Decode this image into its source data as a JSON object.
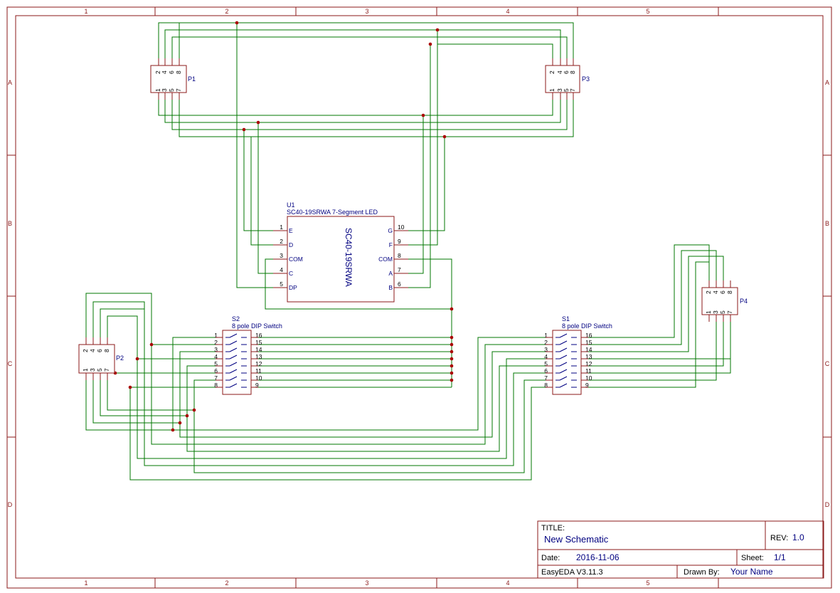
{
  "border": {
    "columns": [
      "1",
      "2",
      "3",
      "4",
      "5"
    ],
    "rows": [
      "A",
      "B",
      "C",
      "D"
    ]
  },
  "components": {
    "p1": {
      "ref": "P1",
      "top_pins": [
        "2",
        "4",
        "6",
        "8"
      ],
      "bottom_pins": [
        "1",
        "3",
        "5",
        "7"
      ]
    },
    "p2": {
      "ref": "P2",
      "top_pins": [
        "2",
        "4",
        "6",
        "8"
      ],
      "bottom_pins": [
        "1",
        "3",
        "5",
        "7"
      ]
    },
    "p3": {
      "ref": "P3",
      "top_pins": [
        "2",
        "4",
        "6",
        "8"
      ],
      "bottom_pins": [
        "1",
        "3",
        "5",
        "7"
      ]
    },
    "p4": {
      "ref": "P4",
      "top_pins": [
        "2",
        "4",
        "6",
        "8"
      ],
      "bottom_pins": [
        "1",
        "3",
        "5",
        "7"
      ]
    },
    "u1": {
      "ref": "U1",
      "value": "SC40-19SRWA 7-Segment LED",
      "body_text": "SC40-19SRWA",
      "left_pins": [
        {
          "num": "1",
          "name": "E"
        },
        {
          "num": "2",
          "name": "D"
        },
        {
          "num": "3",
          "name": "COM"
        },
        {
          "num": "4",
          "name": "C"
        },
        {
          "num": "5",
          "name": "DP"
        }
      ],
      "right_pins": [
        {
          "num": "10",
          "name": "G"
        },
        {
          "num": "9",
          "name": "F"
        },
        {
          "num": "8",
          "name": "COM"
        },
        {
          "num": "7",
          "name": "A"
        },
        {
          "num": "6",
          "name": "B"
        }
      ]
    },
    "s2": {
      "ref": "S2",
      "value": "8 pole DIP Switch",
      "left_pins": [
        "1",
        "2",
        "3",
        "4",
        "5",
        "6",
        "7",
        "8"
      ],
      "right_pins": [
        "16",
        "15",
        "14",
        "13",
        "12",
        "11",
        "10",
        "9"
      ]
    },
    "s1": {
      "ref": "S1",
      "value": "8 pole DIP Switch",
      "left_pins": [
        "1",
        "2",
        "3",
        "4",
        "5",
        "6",
        "7",
        "8"
      ],
      "right_pins": [
        "16",
        "15",
        "14",
        "13",
        "12",
        "11",
        "10",
        "9"
      ]
    }
  },
  "title_block": {
    "title_label": "TITLE:",
    "title": "New Schematic",
    "rev_label": "REV:",
    "rev": "1.0",
    "date_label": "Date:",
    "date": "2016-11-06",
    "sheet_label": "Sheet:",
    "sheet": "1/1",
    "software": "EasyEDA V3.11.3",
    "drawn_by_label": "Drawn By:",
    "drawn_by": "Your Name"
  },
  "colors": {
    "frame": "#8b1a1a",
    "wire": "#007700",
    "junction": "#aa0000",
    "text": "#000080"
  }
}
